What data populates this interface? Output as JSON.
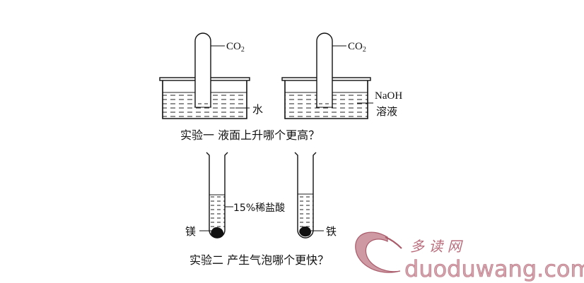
{
  "experiment1": {
    "left_gas": "CO",
    "left_gas_sub": "2",
    "right_gas": "CO",
    "right_gas_sub": "2",
    "left_liquid": "水",
    "right_liquid_line1": "NaOH",
    "right_liquid_line2": "溶液",
    "caption": "实验一  液面上升哪个更高？"
  },
  "experiment2": {
    "acid_label": "15%稀盐酸",
    "left_metal": "镁",
    "right_metal": "铁",
    "caption": "实验二  产生气泡哪个更快？"
  },
  "watermark": {
    "cn": "多  读  网",
    "url": "duoduwang.com",
    "color_main": "#c98e9a",
    "color_dark": "#a04a5a"
  }
}
